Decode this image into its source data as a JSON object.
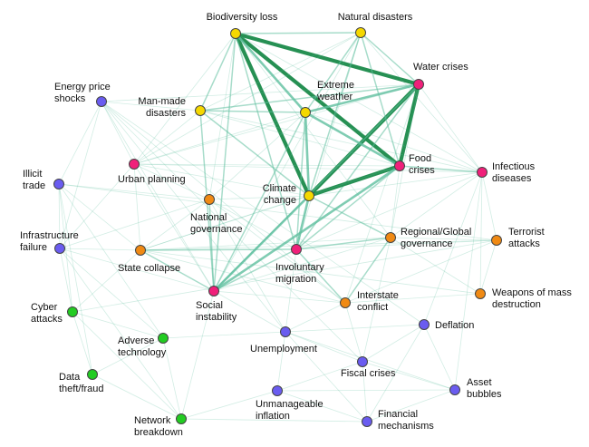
{
  "colors": {
    "environmental": "#f5d800",
    "societal": "#f0207a",
    "geopolitical": "#f08a14",
    "economic": "#6a5cf0",
    "technological": "#22cc22",
    "edge": "#5fbf9f",
    "edge_strong": "#1a8a4a"
  },
  "nodes": {
    "biodiversity_loss": {
      "label": "Biodiversity loss",
      "category": "environmental"
    },
    "natural_disasters": {
      "label": "Natural disasters",
      "category": "environmental"
    },
    "water_crises": {
      "label": "Water crises",
      "category": "societal"
    },
    "extreme_weather": {
      "label": "Extreme\nweather",
      "category": "environmental"
    },
    "man_made_disasters": {
      "label": "Man-made\ndisasters",
      "category": "environmental"
    },
    "energy_price_shocks": {
      "label": "Energy price\nshocks",
      "category": "economic"
    },
    "food_crises": {
      "label": "Food\ncrises",
      "category": "societal"
    },
    "infectious_diseases": {
      "label": "Infectious\ndiseases",
      "category": "societal"
    },
    "urban_planning": {
      "label": "Urban planning",
      "category": "societal"
    },
    "illicit_trade": {
      "label": "Illicit\ntrade",
      "category": "economic"
    },
    "climate_change": {
      "label": "Climate\nchange",
      "category": "environmental"
    },
    "national_governance": {
      "label": "National\ngovernance",
      "category": "geopolitical"
    },
    "infrastructure_failure": {
      "label": "Infrastructure\nfailure",
      "category": "economic"
    },
    "state_collapse": {
      "label": "State collapse",
      "category": "geopolitical"
    },
    "regional_global_governance": {
      "label": "Regional/Global\ngovernance",
      "category": "geopolitical"
    },
    "terrorist_attacks": {
      "label": "Terrorist\nattacks",
      "category": "geopolitical"
    },
    "involuntary_migration": {
      "label": "Involuntary\nmigration",
      "category": "societal"
    },
    "weapons_mass_destruction": {
      "label": "Weapons of mass\ndestruction",
      "category": "geopolitical"
    },
    "social_instability": {
      "label": "Social\ninstability",
      "category": "societal"
    },
    "interstate_conflict": {
      "label": "Interstate\nconflict",
      "category": "geopolitical"
    },
    "cyber_attacks": {
      "label": "Cyber\nattacks",
      "category": "technological"
    },
    "deflation": {
      "label": "Deflation",
      "category": "economic"
    },
    "adverse_technology": {
      "label": "Adverse\ntechnology",
      "category": "technological"
    },
    "unemployment": {
      "label": "Unemployment",
      "category": "economic"
    },
    "data_theft": {
      "label": "Data\ntheft/fraud",
      "category": "technological"
    },
    "fiscal_crises": {
      "label": "Fiscal crises",
      "category": "economic"
    },
    "asset_bubbles": {
      "label": "Asset\nbubbles",
      "category": "economic"
    },
    "network_breakdown": {
      "label": "Network\nbreakdown",
      "category": "technological"
    },
    "unmanageable_inflation": {
      "label": "Unmanageable\ninflation",
      "category": "economic"
    },
    "financial_mechanisms": {
      "label": "Financial\nmechanisms",
      "category": "economic"
    }
  },
  "edges": [
    [
      "biodiversity_loss",
      "water_crises",
      4
    ],
    [
      "biodiversity_loss",
      "food_crises",
      4
    ],
    [
      "biodiversity_loss",
      "climate_change",
      4
    ],
    [
      "biodiversity_loss",
      "extreme_weather",
      3
    ],
    [
      "biodiversity_loss",
      "natural_disasters",
      2
    ],
    [
      "biodiversity_loss",
      "man_made_disasters",
      2
    ],
    [
      "biodiversity_loss",
      "social_instability",
      2
    ],
    [
      "biodiversity_loss",
      "involuntary_migration",
      2
    ],
    [
      "biodiversity_loss",
      "infectious_diseases",
      1
    ],
    [
      "biodiversity_loss",
      "urban_planning",
      1
    ],
    [
      "biodiversity_loss",
      "regional_global_governance",
      1
    ],
    [
      "biodiversity_loss",
      "national_governance",
      1
    ],
    [
      "water_crises",
      "climate_change",
      4
    ],
    [
      "water_crises",
      "food_crises",
      4
    ],
    [
      "water_crises",
      "extreme_weather",
      3
    ],
    [
      "water_crises",
      "social_instability",
      2
    ],
    [
      "water_crises",
      "involuntary_migration",
      2
    ],
    [
      "water_crises",
      "man_made_disasters",
      2
    ],
    [
      "water_crises",
      "natural_disasters",
      2
    ],
    [
      "water_crises",
      "infectious_diseases",
      1
    ],
    [
      "water_crises",
      "regional_global_governance",
      1
    ],
    [
      "water_crises",
      "urban_planning",
      1
    ],
    [
      "water_crises",
      "interstate_conflict",
      1
    ],
    [
      "climate_change",
      "food_crises",
      4
    ],
    [
      "climate_change",
      "extreme_weather",
      3
    ],
    [
      "climate_change",
      "involuntary_migration",
      3
    ],
    [
      "climate_change",
      "social_instability",
      3
    ],
    [
      "climate_change",
      "natural_disasters",
      2
    ],
    [
      "climate_change",
      "man_made_disasters",
      2
    ],
    [
      "climate_change",
      "regional_global_governance",
      2
    ],
    [
      "climate_change",
      "infectious_diseases",
      1
    ],
    [
      "climate_change",
      "urban_planning",
      1
    ],
    [
      "climate_change",
      "national_governance",
      1
    ],
    [
      "climate_change",
      "state_collapse",
      1
    ],
    [
      "food_crises",
      "extreme_weather",
      3
    ],
    [
      "food_crises",
      "social_instability",
      3
    ],
    [
      "food_crises",
      "involuntary_migration",
      2
    ],
    [
      "food_crises",
      "infectious_diseases",
      2
    ],
    [
      "food_crises",
      "natural_disasters",
      2
    ],
    [
      "food_crises",
      "man_made_disasters",
      1
    ],
    [
      "food_crises",
      "regional_global_governance",
      1
    ],
    [
      "food_crises",
      "urban_planning",
      1
    ],
    [
      "food_crises",
      "state_collapse",
      1
    ],
    [
      "extreme_weather",
      "natural_disasters",
      2
    ],
    [
      "extreme_weather",
      "man_made_disasters",
      2
    ],
    [
      "extreme_weather",
      "social_instability",
      2
    ],
    [
      "extreme_weather",
      "involuntary_migration",
      2
    ],
    [
      "extreme_weather",
      "urban_planning",
      1
    ],
    [
      "extreme_weather",
      "infectious_diseases",
      1
    ],
    [
      "extreme_weather",
      "national_governance",
      1
    ],
    [
      "natural_disasters",
      "man_made_disasters",
      1
    ],
    [
      "natural_disasters",
      "infectious_diseases",
      1
    ],
    [
      "natural_disasters",
      "involuntary_migration",
      1
    ],
    [
      "natural_disasters",
      "social_instability",
      1
    ],
    [
      "natural_disasters",
      "urban_planning",
      1
    ],
    [
      "man_made_disasters",
      "energy_price_shocks",
      1
    ],
    [
      "man_made_disasters",
      "social_instability",
      2
    ],
    [
      "man_made_disasters",
      "urban_planning",
      1
    ],
    [
      "man_made_disasters",
      "infectious_diseases",
      1
    ],
    [
      "social_instability",
      "involuntary_migration",
      2
    ],
    [
      "social_instability",
      "state_collapse",
      2
    ],
    [
      "social_instability",
      "national_governance",
      2
    ],
    [
      "social_instability",
      "unemployment",
      1
    ],
    [
      "social_instability",
      "interstate_conflict",
      1
    ],
    [
      "social_instability",
      "regional_global_governance",
      1
    ],
    [
      "social_instability",
      "infrastructure_failure",
      1
    ],
    [
      "social_instability",
      "urban_planning",
      1
    ],
    [
      "social_instability",
      "energy_price_shocks",
      1
    ],
    [
      "social_instability",
      "network_breakdown",
      1
    ],
    [
      "involuntary_migration",
      "state_collapse",
      2
    ],
    [
      "involuntary_migration",
      "interstate_conflict",
      2
    ],
    [
      "involuntary_migration",
      "regional_global_governance",
      2
    ],
    [
      "involuntary_migration",
      "national_governance",
      1
    ],
    [
      "involuntary_migration",
      "infectious_diseases",
      1
    ],
    [
      "involuntary_migration",
      "terrorist_attacks",
      1
    ],
    [
      "regional_global_governance",
      "interstate_conflict",
      2
    ],
    [
      "regional_global_governance",
      "terrorist_attacks",
      1
    ],
    [
      "regional_global_governance",
      "weapons_mass_destruction",
      1
    ],
    [
      "regional_global_governance",
      "fiscal_crises",
      1
    ],
    [
      "regional_global_governance",
      "state_collapse",
      1
    ],
    [
      "regional_global_governance",
      "infectious_diseases",
      1
    ],
    [
      "interstate_conflict",
      "state_collapse",
      1
    ],
    [
      "interstate_conflict",
      "weapons_mass_destruction",
      1
    ],
    [
      "interstate_conflict",
      "terrorist_attacks",
      1
    ],
    [
      "interstate_conflict",
      "national_governance",
      1
    ],
    [
      "interstate_conflict",
      "fiscal_crises",
      1
    ],
    [
      "interstate_conflict",
      "energy_price_shocks",
      1
    ],
    [
      "national_governance",
      "state_collapse",
      1
    ],
    [
      "national_governance",
      "illicit_trade",
      1
    ],
    [
      "national_governance",
      "urban_planning",
      1
    ],
    [
      "national_governance",
      "infrastructure_failure",
      1
    ],
    [
      "unemployment",
      "fiscal_crises",
      1
    ],
    [
      "unemployment",
      "deflation",
      1
    ],
    [
      "unemployment",
      "asset_bubbles",
      1
    ],
    [
      "unemployment",
      "financial_mechanisms",
      1
    ],
    [
      "unemployment",
      "unmanageable_inflation",
      1
    ],
    [
      "unemployment",
      "energy_price_shocks",
      1
    ],
    [
      "unemployment",
      "adverse_technology",
      1
    ],
    [
      "fiscal_crises",
      "asset_bubbles",
      1
    ],
    [
      "fiscal_crises",
      "deflation",
      1
    ],
    [
      "fiscal_crises",
      "financial_mechanisms",
      1
    ],
    [
      "fiscal_crises",
      "unmanageable_inflation",
      1
    ],
    [
      "fiscal_crises",
      "energy_price_shocks",
      1
    ],
    [
      "asset_bubbles",
      "financial_mechanisms",
      1
    ],
    [
      "asset_bubbles",
      "deflation",
      1
    ],
    [
      "asset_bubbles",
      "unmanageable_inflation",
      1
    ],
    [
      "network_breakdown",
      "cyber_attacks",
      1
    ],
    [
      "network_breakdown",
      "data_theft",
      1
    ],
    [
      "network_breakdown",
      "adverse_technology",
      1
    ],
    [
      "network_breakdown",
      "infrastructure_failure",
      1
    ],
    [
      "network_breakdown",
      "unmanageable_inflation",
      1
    ],
    [
      "network_breakdown",
      "financial_mechanisms",
      1
    ],
    [
      "cyber_attacks",
      "data_theft",
      1
    ],
    [
      "cyber_attacks",
      "infrastructure_failure",
      1
    ],
    [
      "cyber_attacks",
      "adverse_technology",
      1
    ],
    [
      "cyber_attacks",
      "illicit_trade",
      1
    ],
    [
      "cyber_attacks",
      "terrorist_attacks",
      1
    ],
    [
      "data_theft",
      "adverse_technology",
      1
    ],
    [
      "data_theft",
      "illicit_trade",
      1
    ],
    [
      "infrastructure_failure",
      "energy_price_shocks",
      1
    ],
    [
      "infrastructure_failure",
      "urban_planning",
      1
    ],
    [
      "infrastructure_failure",
      "state_collapse",
      1
    ],
    [
      "infrastructure_failure",
      "illicit_trade",
      1
    ],
    [
      "illicit_trade",
      "energy_price_shocks",
      1
    ],
    [
      "illicit_trade",
      "state_collapse",
      1
    ],
    [
      "illicit_trade",
      "terrorist_attacks",
      1
    ],
    [
      "energy_price_shocks",
      "urban_planning",
      1
    ],
    [
      "energy_price_shocks",
      "deflation",
      1
    ],
    [
      "energy_price_shocks",
      "water_crises",
      1
    ],
    [
      "urban_planning",
      "infectious_diseases",
      1
    ],
    [
      "urban_planning",
      "state_collapse",
      1
    ],
    [
      "terrorist_attacks",
      "weapons_mass_destruction",
      1
    ],
    [
      "terrorist_attacks",
      "state_collapse",
      1
    ],
    [
      "terrorist_attacks",
      "infectious_diseases",
      1
    ],
    [
      "weapons_mass_destruction",
      "state_collapse",
      1
    ],
    [
      "weapons_mass_destruction",
      "infectious_diseases",
      1
    ],
    [
      "infectious_diseases",
      "deflation",
      1
    ],
    [
      "infectious_diseases",
      "asset_bubbles",
      1
    ],
    [
      "deflation",
      "financial_mechanisms",
      1
    ],
    [
      "unmanageable_inflation",
      "financial_mechanisms",
      1
    ],
    [
      "adverse_technology",
      "infrastructure_failure",
      1
    ],
    [
      "adverse_technology",
      "illicit_trade",
      1
    ],
    [
      "state_collapse",
      "cyber_attacks",
      1
    ],
    [
      "national_governance",
      "unemployment",
      1
    ],
    [
      "interstate_conflict",
      "unemployment",
      1
    ],
    [
      "involuntary_migration",
      "unemployment",
      1
    ]
  ]
}
